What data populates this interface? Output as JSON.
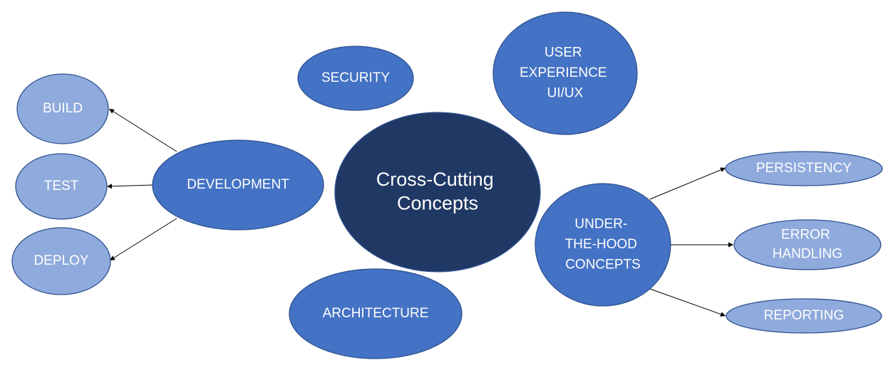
{
  "diagram": {
    "center": {
      "lines": [
        "Cross-Cutting",
        "Concepts"
      ]
    },
    "security": {
      "lines": [
        "SECURITY"
      ]
    },
    "user_experience": {
      "lines": [
        "USER",
        "EXPERIENCE",
        "UI/UX"
      ]
    },
    "architecture": {
      "lines": [
        "ARCHITECTURE"
      ]
    },
    "development": {
      "lines": [
        "DEVELOPMENT"
      ]
    },
    "build": {
      "lines": [
        "BUILD"
      ]
    },
    "test": {
      "lines": [
        "TEST"
      ]
    },
    "deploy": {
      "lines": [
        "DEPLOY"
      ]
    },
    "under_the_hood": {
      "lines": [
        "UNDER-",
        "THE-HOOD",
        "CONCEPTS"
      ]
    },
    "persistency": {
      "lines": [
        "PERSISTENCY"
      ]
    },
    "error_handling": {
      "lines": [
        "ERROR",
        "HANDLING"
      ]
    },
    "reporting": {
      "lines": [
        "REPORTING"
      ]
    }
  },
  "colors": {
    "primary": "#4472c4",
    "light": "#8faadc",
    "dark": "#203864",
    "outline": "#2f528f",
    "text": "#ffffff",
    "arrow": "#000000"
  }
}
